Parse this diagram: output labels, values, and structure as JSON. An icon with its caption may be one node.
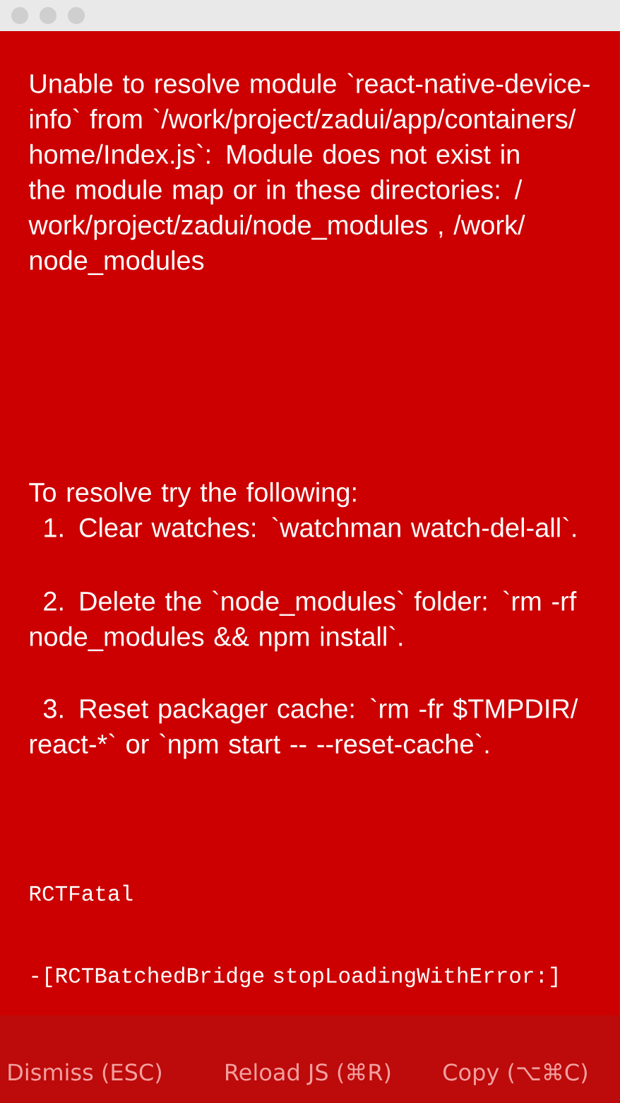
{
  "diagram": {
    "labels": [
      "Unable to resolve module `react-native-device-info` from `/work/project/zadui/app/containers/home/Index.js`: Module does not exist in the module map or in these directories: /work/project/zadui/node_modules , /work/node_modules",
      "To resolve try the following:",
      "1. Clear watches: `watchman watch-del-all`.",
      "2. Delete the `node_modules` folder: `rm -rf node_modules && npm install`.",
      "3. Reset packager cache: `rm -fr $TMPDIR/react-*` or `npm start -- --reset-cache`.",
      "RCTFatal",
      "-[RCTBatchedBridge stopLoadingWithError:]",
      "Dismiss (ESC)",
      "Reload JS (⌘R)",
      "Copy (⌥⌘C)"
    ]
  }
}
